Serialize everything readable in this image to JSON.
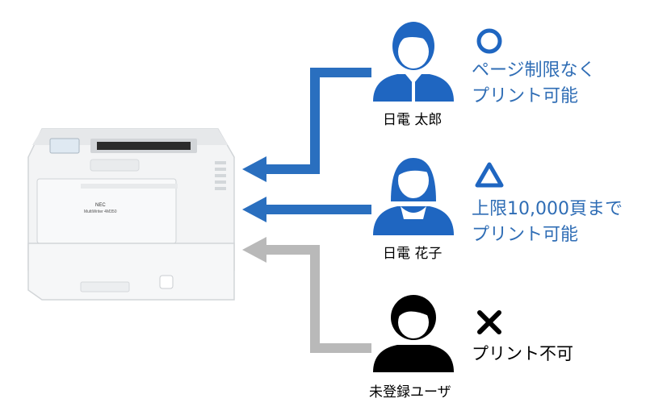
{
  "colors": {
    "blue": "#2a6fbf",
    "gray": "#b9b9b9",
    "black": "#000000",
    "text_blue": "#2f6db5"
  },
  "printer": {
    "brand": "NEC",
    "model": "MultiWriter 4M350"
  },
  "users": [
    {
      "name": "日電 太郎",
      "icon": "male-user-icon",
      "status_symbol": "○",
      "status_lines": [
        "ページ制限なく",
        "プリント可能"
      ],
      "access": "unlimited"
    },
    {
      "name": "日電 花子",
      "icon": "female-user-icon",
      "status_symbol": "△",
      "status_lines": [
        "上限10,000頁まで",
        "プリント可能"
      ],
      "access": "limited"
    },
    {
      "name": "未登録ユーザ",
      "icon": "unregistered-user-icon",
      "status_symbol": "×",
      "status_lines": [
        "プリント不可"
      ],
      "access": "denied"
    }
  ]
}
